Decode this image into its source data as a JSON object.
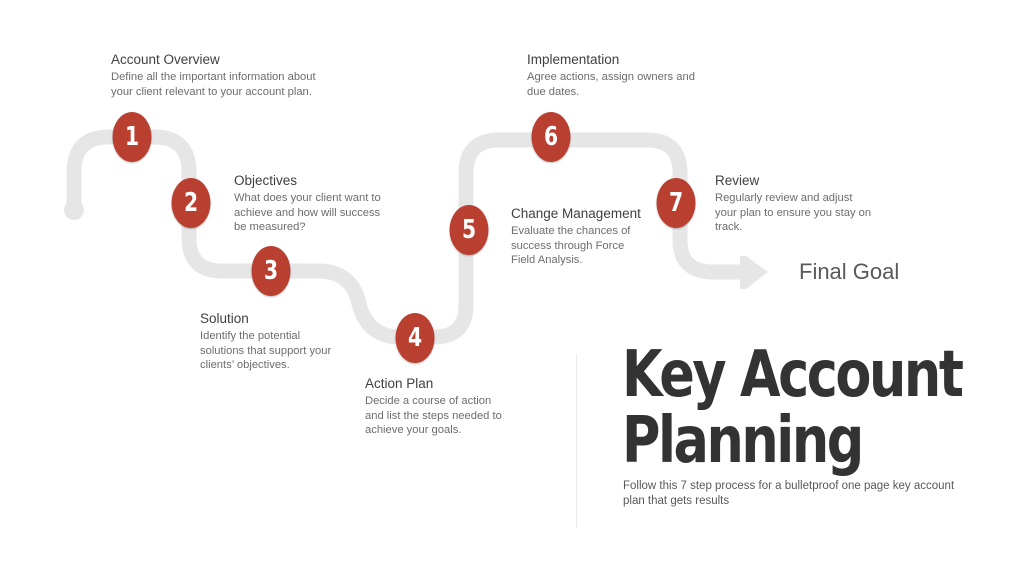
{
  "colors": {
    "accent": "#b94031",
    "path": "#e6e6e6",
    "title": "#333333",
    "text": "#595959"
  },
  "steps": [
    {
      "number": "1",
      "title": "Account Overview",
      "description": "Define all the important information about your client relevant to your account plan."
    },
    {
      "number": "2",
      "title": "Objectives",
      "description": "What does your client want to achieve and how will success be measured?"
    },
    {
      "number": "3",
      "title": "Solution",
      "description": "Identify the potential solutions that support your clients’ objectives."
    },
    {
      "number": "4",
      "title": "Action Plan",
      "description": "Decide a course of action and list the steps needed to achieve your goals."
    },
    {
      "number": "5",
      "title": "Change Management",
      "description": "Evaluate the chances of success through Force Field Analysis."
    },
    {
      "number": "6",
      "title": "Implementation",
      "description": "Agree actions, assign owners and due dates."
    },
    {
      "number": "7",
      "title": "Review",
      "description": "Regularly review and adjust your plan to ensure you stay on track."
    }
  ],
  "final_goal": "Final Goal",
  "title": {
    "line1": "Key Account",
    "line2": "Planning"
  },
  "subtitle": "Follow this 7 step process for a bulletproof one page key account plan that gets results"
}
